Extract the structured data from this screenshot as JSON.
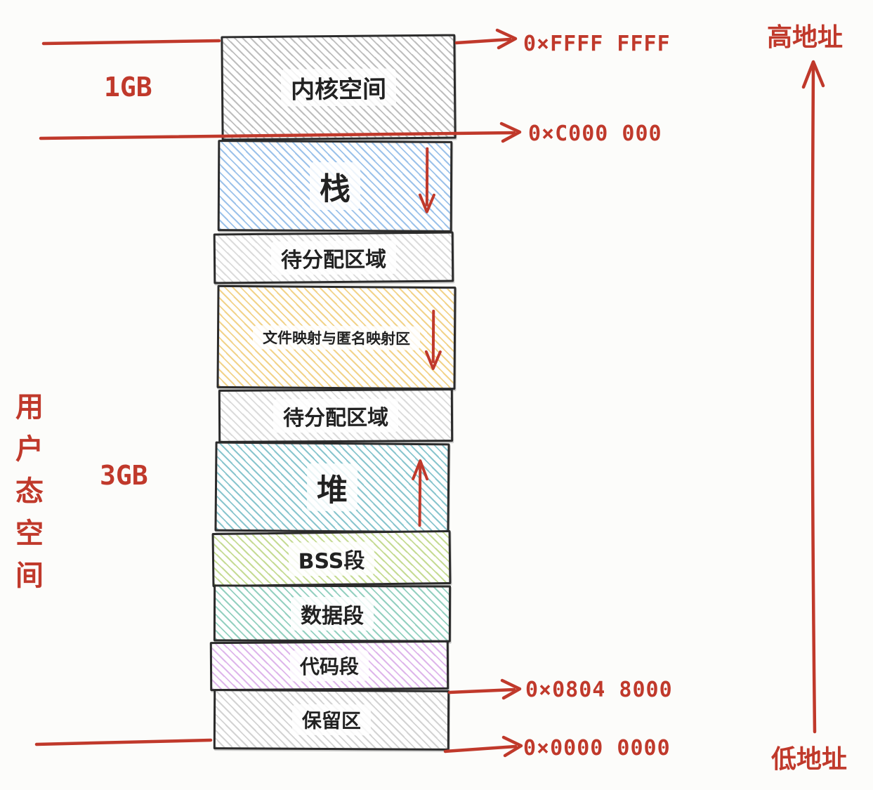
{
  "diagram": {
    "left_panel": {
      "user_space_label": "用户态空间",
      "kernel_size_label": "1GB",
      "user_size_label": "3GB"
    },
    "segments": [
      {
        "label": "内核空间",
        "hatch_color": "#7d7d7d",
        "grow_arrow": ""
      },
      {
        "label": "栈",
        "hatch_color": "#4a90d9",
        "grow_arrow": "down"
      },
      {
        "label": "待分配区域",
        "hatch_color": "#a0a0a0",
        "grow_arrow": ""
      },
      {
        "label": "文件映射与匿名映射区",
        "hatch_color": "#e9b63b",
        "grow_arrow": "down"
      },
      {
        "label": "待分配区域",
        "hatch_color": "#a0a0a0",
        "grow_arrow": ""
      },
      {
        "label": "堆",
        "hatch_color": "#2896a5",
        "grow_arrow": "up"
      },
      {
        "label": "BSS段",
        "hatch_color": "#96be3c",
        "grow_arrow": ""
      },
      {
        "label": "数据段",
        "hatch_color": "#3caa8c",
        "grow_arrow": ""
      },
      {
        "label": "代码段",
        "hatch_color": "#be6ed7",
        "grow_arrow": ""
      },
      {
        "label": "保留区",
        "hatch_color": "#969696",
        "grow_arrow": ""
      }
    ],
    "addresses": [
      {
        "text": "0×FFFF FFFF"
      },
      {
        "text": "0×C000 000"
      },
      {
        "text": "0×0804 8000"
      },
      {
        "text": "0×0000 0000"
      }
    ],
    "right_panel": {
      "high_address_label": "高地址",
      "low_address_label": "低地址"
    },
    "accent_color": "#c0392b"
  }
}
